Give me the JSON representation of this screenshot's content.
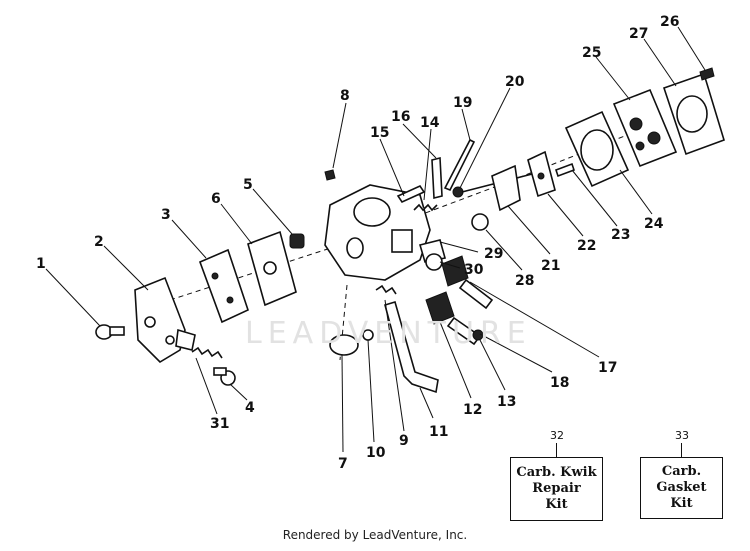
{
  "watermark": "LEADVENTURE",
  "footer": "Rendered by LeadVenture, Inc.",
  "callouts": [
    "1",
    "2",
    "3",
    "4",
    "5",
    "6",
    "7",
    "8",
    "9",
    "10",
    "11",
    "12",
    "13",
    "14",
    "15",
    "16",
    "17",
    "18",
    "19",
    "20",
    "21",
    "22",
    "23",
    "24",
    "25",
    "26",
    "27",
    "28",
    "29",
    "30",
    "31"
  ],
  "kits": [
    {
      "number": "32",
      "line1": "Carb. Kwik",
      "line2": "Repair",
      "line3": "Kit"
    },
    {
      "number": "33",
      "line1": "Carb.",
      "line2": "Gasket",
      "line3": "Kit"
    }
  ]
}
